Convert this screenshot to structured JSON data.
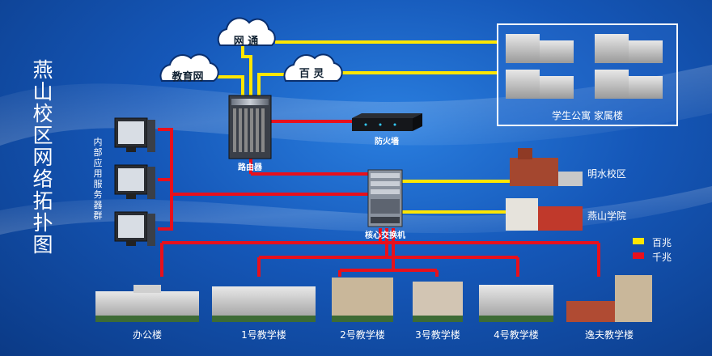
{
  "title_chars": [
    "燕",
    "山",
    "校",
    "区",
    "网",
    "络",
    "拓",
    "扑",
    "图"
  ],
  "server_group_label_chars": [
    "内",
    "部",
    "应",
    "用",
    "服",
    "务",
    "器",
    "群"
  ],
  "clouds": {
    "edu": "教育网",
    "wangtong": "网 通",
    "bailing": "百 灵"
  },
  "devices": {
    "router": "路由器",
    "firewall": "防火墙",
    "core_switch": "核心交换机"
  },
  "housing_label": "学生公寓  家属楼",
  "campus": {
    "mingshui": "明水校区",
    "yanshan_college": "燕山学院"
  },
  "buildings": [
    "办公楼",
    "1号教学楼",
    "2号教学楼",
    "3号教学楼",
    "4号教学楼",
    "逸夫教学楼"
  ],
  "legend": {
    "items": [
      {
        "label": "百兆",
        "color": "#ffe600"
      },
      {
        "label": "千兆",
        "color": "#e8101c"
      }
    ]
  },
  "colors": {
    "hundred_mbps": "#ffe600",
    "gigabit": "#e8101c"
  }
}
